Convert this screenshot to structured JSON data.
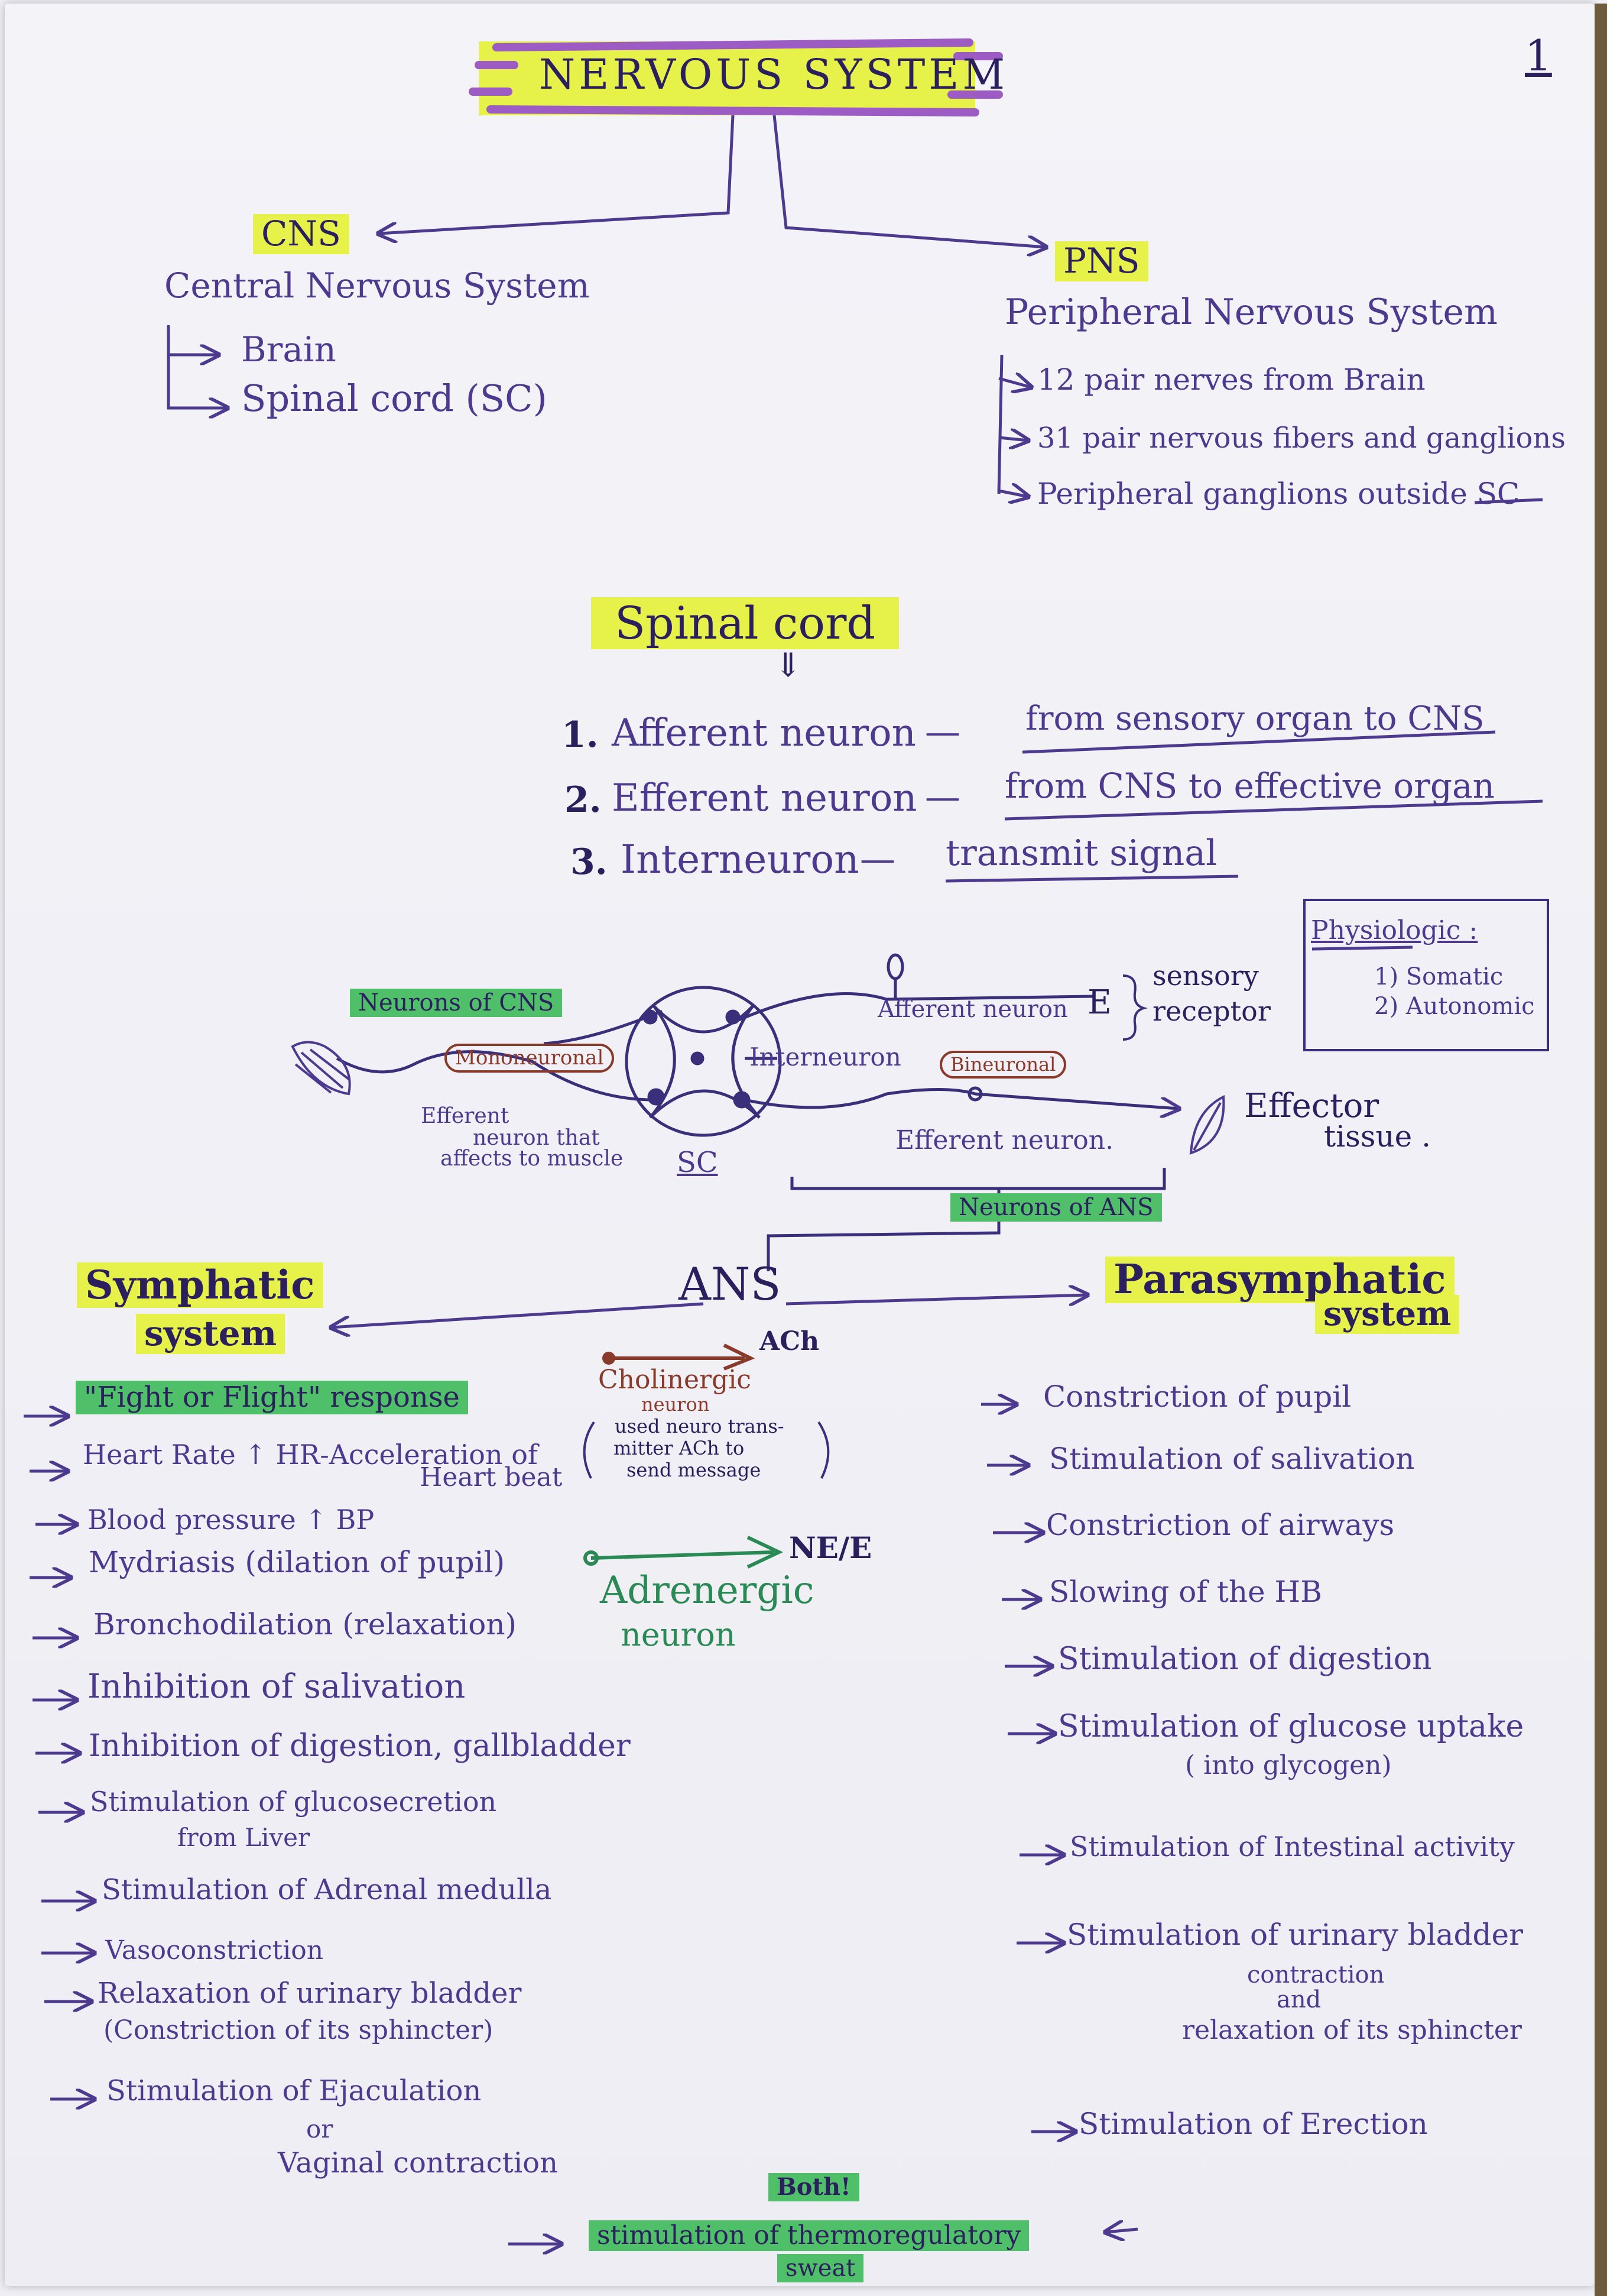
{
  "page_number": "1",
  "title": "NERVOUS SYSTEM",
  "cns": {
    "abbr": "CNS",
    "full": "Central Nervous System",
    "parts": [
      "Brain",
      "Spinal cord (SC)"
    ]
  },
  "pns": {
    "abbr": "PNS",
    "full": "Peripheral Nervous System",
    "items": [
      "12 pair nerves from Brain",
      "31 pair nervous fibers and ganglions",
      "Peripheral ganglions outside SC"
    ]
  },
  "spinal_cord": {
    "title": "Spinal cord",
    "arrow": "⇓",
    "neurons": [
      {
        "num": "1.",
        "name": "Afferent neuron",
        "dash": "—",
        "desc": "from sensory organ to CNS"
      },
      {
        "num": "2.",
        "name": "Efferent neuron",
        "dash": "—",
        "desc": "from CNS to effective organ"
      },
      {
        "num": "3.",
        "name": "Interneuron",
        "dash": "—",
        "desc": "transmit signal"
      }
    ]
  },
  "reflex_diagram": {
    "neurons_of_cns": "Neurons of CNS",
    "mononeuronal": "Mononeuronal",
    "interneuron": "Interneuron",
    "afferent_neuron": "Afferent neuron",
    "e_letter": "E",
    "sensory_receptor": [
      "sensory",
      "receptor"
    ],
    "physiologic": {
      "title": "Physiologic :",
      "items": [
        "1) Somatic",
        "2) Autonomic"
      ]
    },
    "bineuronal": "Bineuronal",
    "efferent_muscle": [
      "Efferent",
      "neuron that",
      "affects to muscle"
    ],
    "sc": "SC",
    "efferent_neuron": "Efferent neuron.",
    "effector": [
      "Effector",
      "tissue ."
    ],
    "neurons_of_ans": "Neurons of ANS"
  },
  "ans": {
    "title": "ANS",
    "cholinergic": {
      "ach": "ACh",
      "label": "Cholinergic",
      "sub": "neuron",
      "note": [
        "used neuro trans-",
        "mitter ACh to",
        "send message"
      ]
    },
    "adrenergic": {
      "ne": "NE/E",
      "label": "Adrenergic",
      "sub": "neuron"
    }
  },
  "sympathetic": {
    "title": [
      "Symphatic",
      "system"
    ],
    "items": [
      "\"Fight or Flight\" response",
      "Heart Rate ↑ HR-Acceleration of",
      "Heart beat",
      "Blood pressure ↑ BP",
      "Mydriasis (dilation of pupil)",
      "Bronchodilation (relaxation)",
      "Inhibition of salivation",
      "Inhibition of digestion, gallbladder",
      "Stimulation of glucosecretion",
      "from Liver",
      "Stimulation of Adrenal medulla",
      "Vasoconstriction",
      "Relaxation of urinary bladder",
      "(Constriction of its sphincter)",
      "Stimulation of Ejaculation",
      "or",
      "Vaginal contraction"
    ]
  },
  "parasympathetic": {
    "title": [
      "Parasymphatic",
      "system"
    ],
    "items": [
      "Constriction of pupil",
      "Stimulation of salivation",
      "Constriction of airways",
      "Slowing of the HB",
      "Stimulation of digestion",
      "Stimulation of glucose uptake",
      "( into glycogen)",
      "Stimulation of Intestinal activity",
      "Stimulation of urinary bladder",
      "contraction",
      "and",
      "relaxation of its sphincter",
      "Stimulation of Erection"
    ]
  },
  "both": {
    "label": "Both!",
    "text": "stimulation of thermoregulatory",
    "text2": "sweat"
  }
}
